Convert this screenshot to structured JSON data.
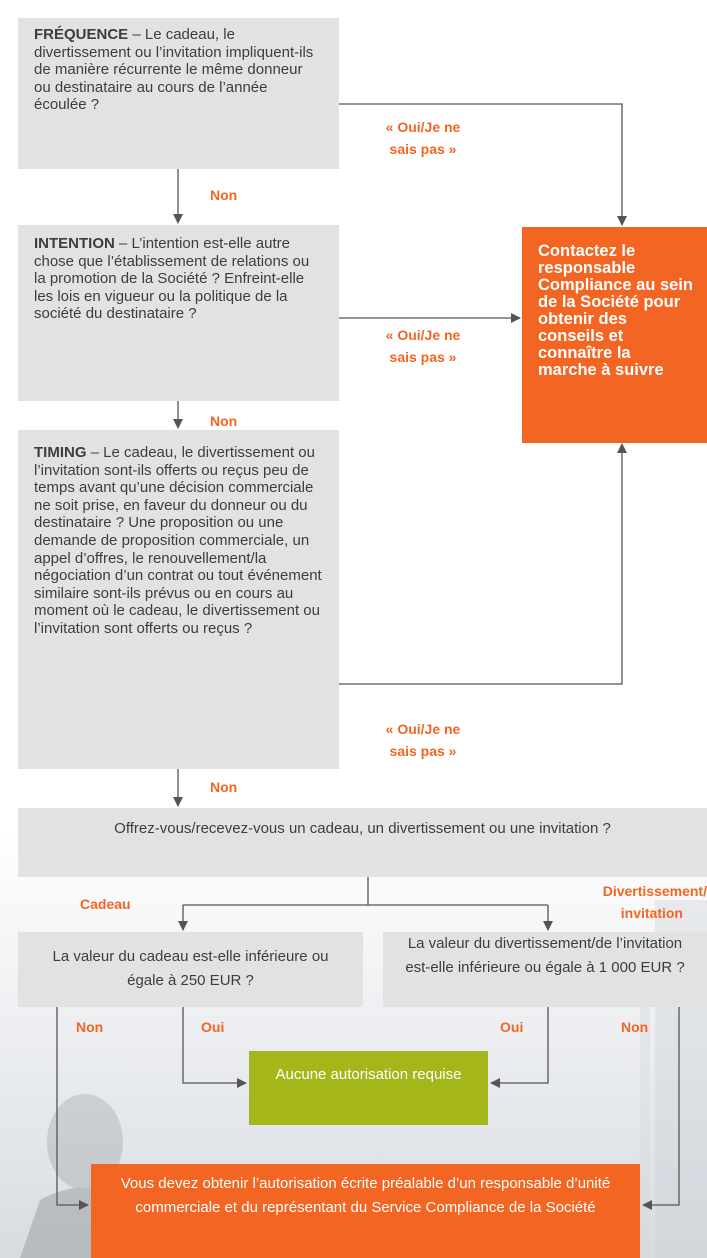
{
  "frequence": {
    "title": "FRÉQUENCE",
    "text": " –  Le cadeau, le divertissement ou l’invitation impliquent-ils de manière récurrente le même donneur ou destinataire au cours de l’année écoulée ?"
  },
  "intention": {
    "title": "INTENTION",
    "text": " – L’intention est-elle autre chose que l’établissement de relations ou la promotion de la Société ? Enfreint-elle les lois en vigueur ou la politique de la société du destinataire ?"
  },
  "timing": {
    "title": "TIMING",
    "text": " – Le cadeau, le divertissement ou l’invitation sont-ils offerts ou reçus peu de temps avant qu’une décision commerciale ne soit prise, en faveur du donneur ou du destinataire ? Une proposition ou une demande de proposition commerciale, un appel d’offres, le renouvellement/la négociation d’un contrat ou tout événement similaire sont-ils prévus ou en cours au moment où le cadeau, le divertissement ou l’invitation sont offerts ou reçus ?"
  },
  "labels": {
    "oui_line1": "« Oui/Je ne",
    "oui_line2": "sais pas »",
    "non": "Non",
    "oui": "Oui",
    "cadeau": "Cadeau",
    "divert_line1": "Divertissement/",
    "divert_line2": "invitation"
  },
  "contact": {
    "text": "Contactez le responsable Compliance au sein de la Société pour obtenir des conseils et connaître la marche à suivre"
  },
  "offer_question": "Offrez-vous/recevez-vous un cadeau, un divertissement ou une invitation ?",
  "gift_question": "La valeur du cadeau est-elle inférieure ou égale à 250 EUR ?",
  "ent_question": "La valeur du divertissement/de l’invitation est-elle inférieure ou égale à 1 000 EUR ?",
  "no_authorization": "Aucune autorisation requise",
  "written_authorization": "Vous devez obtenir l’autorisation écrite préalable d’un responsable d’unité commerciale et du représentant du Service Compliance de la Société",
  "colors": {
    "accent_orange": "#f26522",
    "box_grey": "#e2e2e2",
    "green": "#a4b61a",
    "line": "#555555"
  }
}
